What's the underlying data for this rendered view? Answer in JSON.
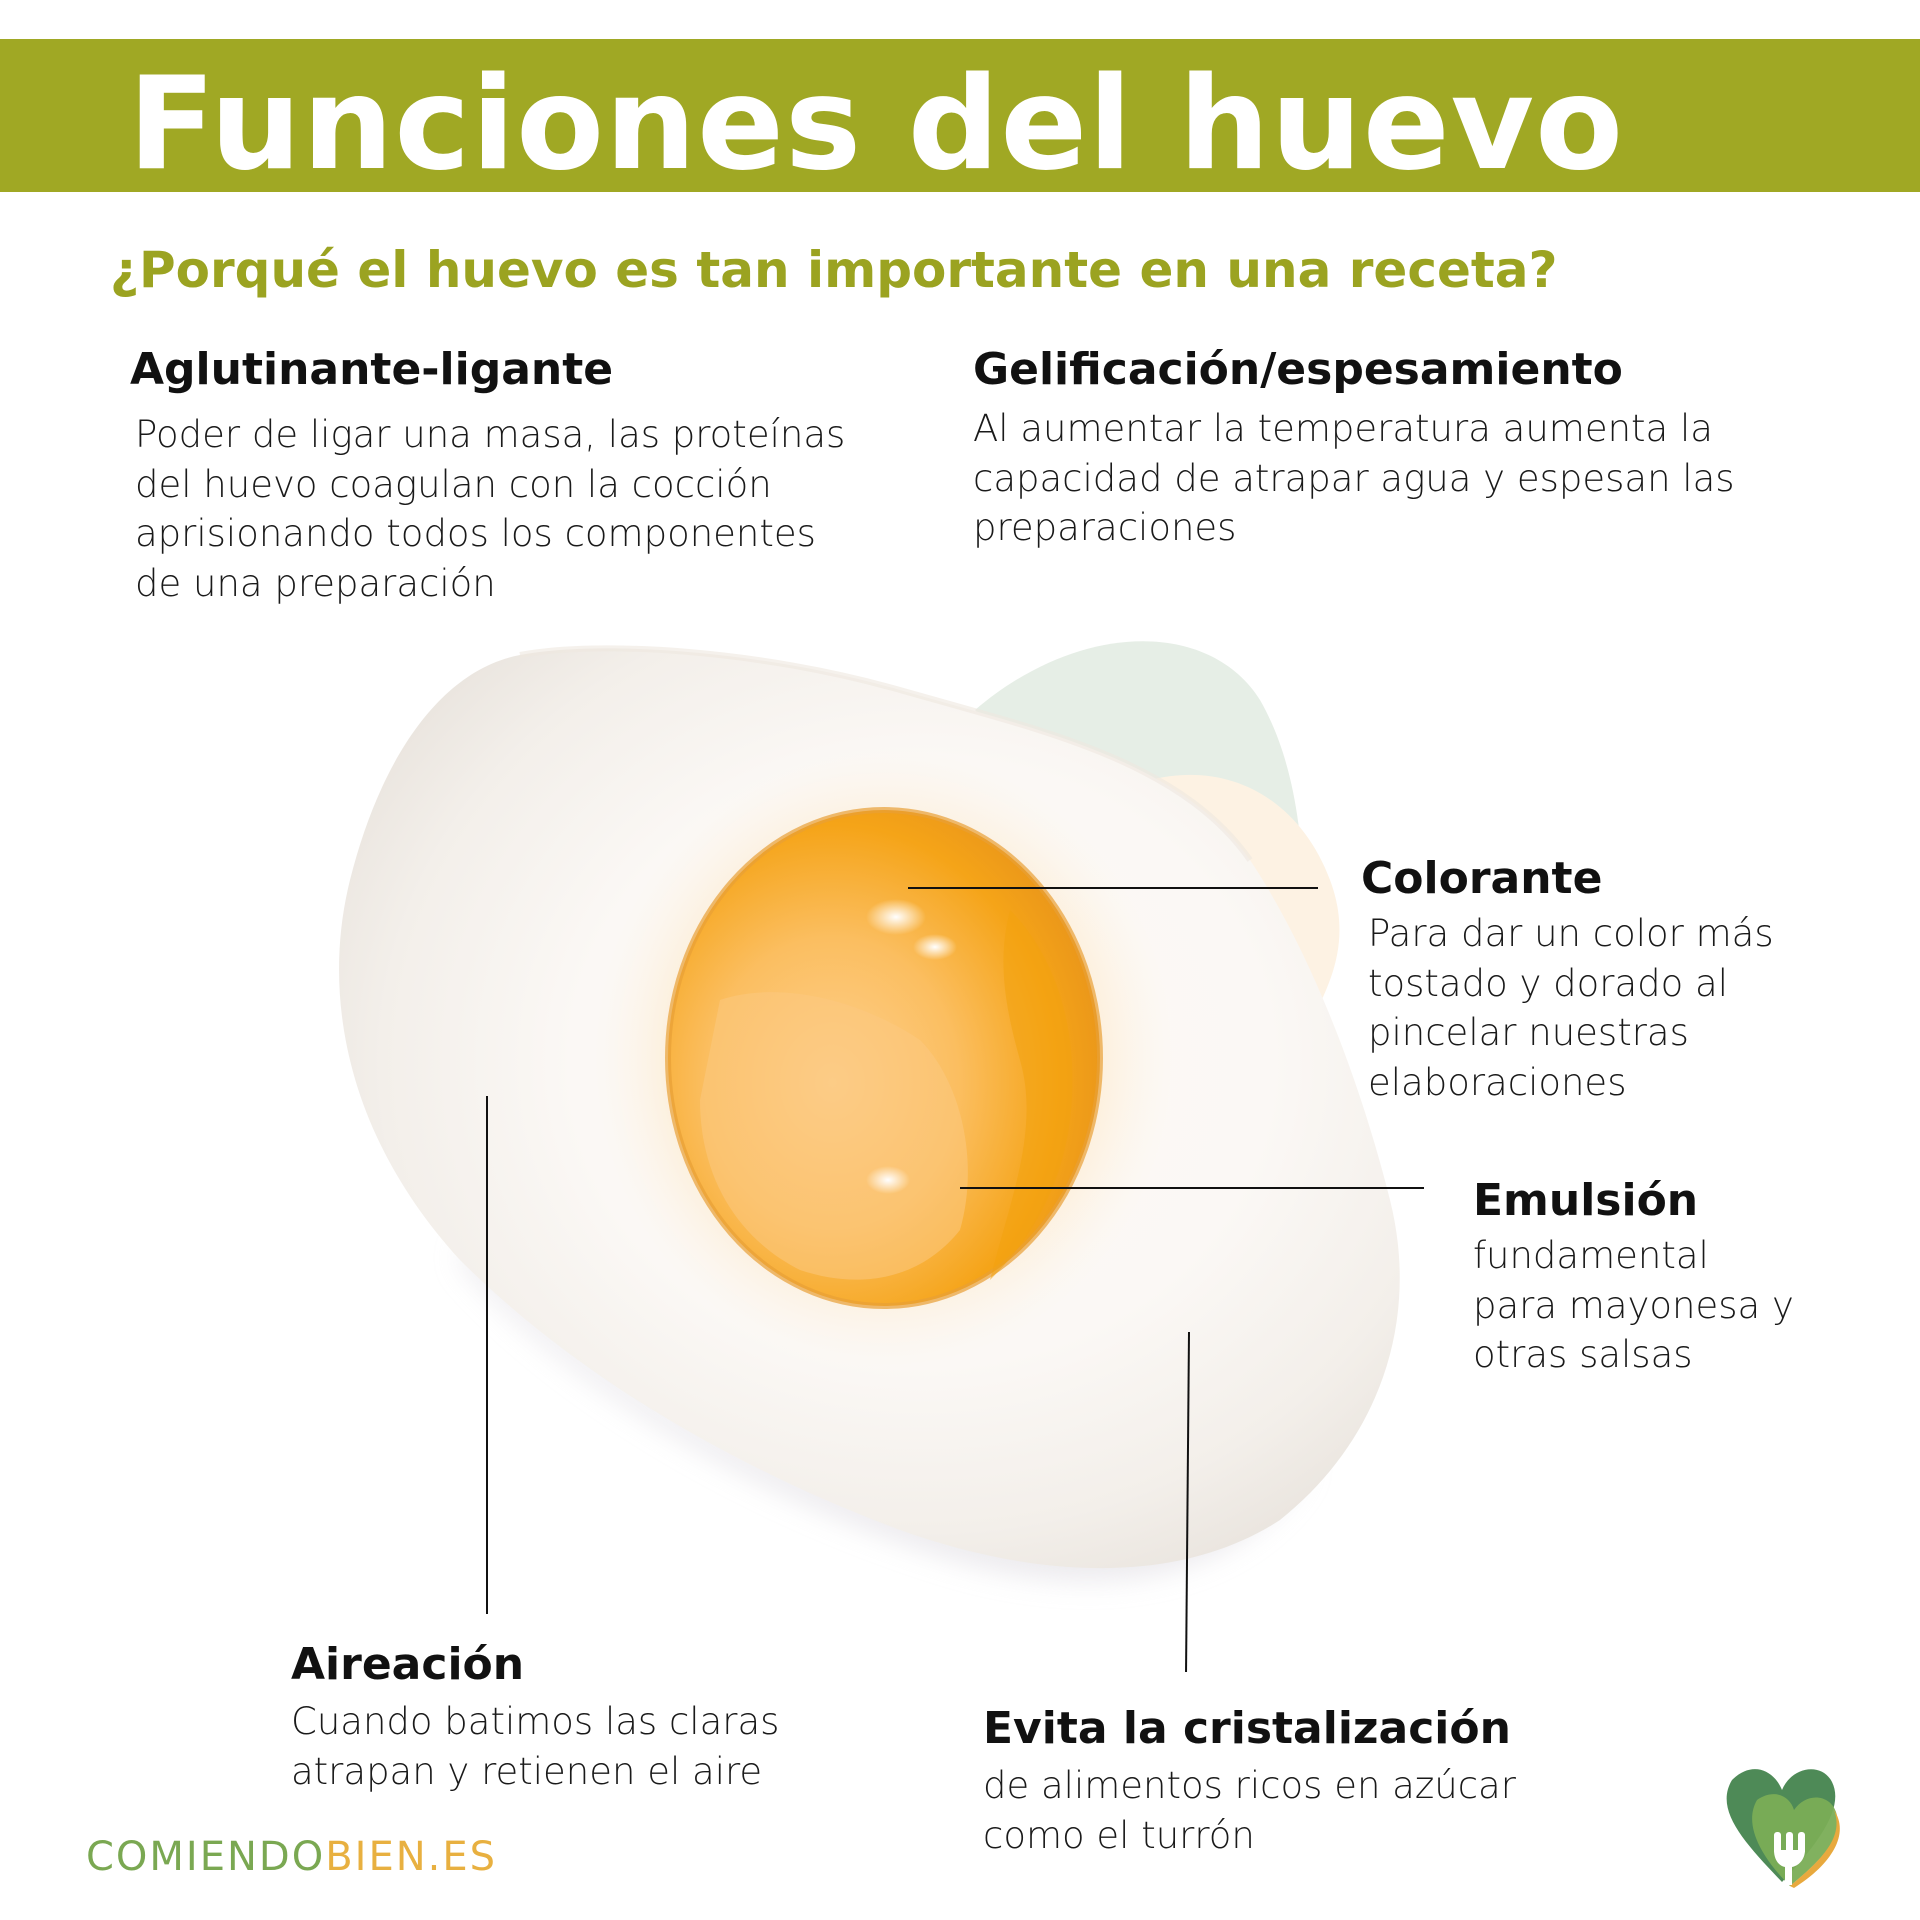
{
  "header": {
    "title": "Funciones del huevo",
    "bar_color": "#a0a824"
  },
  "subtitle": "¿Porqué el huevo es tan importante en una receta?",
  "functions": [
    {
      "id": "aglutinante",
      "heading": "Aglutinante-ligante",
      "lines": [
        "Poder de ligar una masa, las proteínas",
        "del huevo coagulan con la cocción",
        "aprisionando todos los componentes",
        "de una preparación"
      ]
    },
    {
      "id": "gelificacion",
      "heading": "Gelificación/espesamiento",
      "lines": [
        "Al aumentar la temperatura aumenta la",
        "capacidad de atrapar agua y espesan las",
        "preparaciones"
      ]
    },
    {
      "id": "colorante",
      "heading": "Colorante",
      "lines": [
        "Para dar un color más",
        "tostado y dorado al",
        "pincelar nuestras",
        "elaboraciones"
      ]
    },
    {
      "id": "emulsion",
      "heading": "Emulsión",
      "lines": [
        "fundamental",
        "para mayonesa y",
        "otras salsas"
      ]
    },
    {
      "id": "aireacion",
      "heading": "Aireación",
      "lines": [
        "Cuando batimos las claras",
        "atrapan y retienen el aire"
      ]
    },
    {
      "id": "cristalizacion",
      "heading": "Evita la cristalización",
      "lines": [
        "de alimentos ricos en azúcar",
        "como el turrón"
      ]
    }
  ],
  "illustration": {
    "subject": "fried-egg",
    "yolk_color": "#f5a414",
    "white_color": "#f7f4ef",
    "blob_colors": [
      "#e6eee6",
      "#fdf2e3"
    ]
  },
  "footer": {
    "brand_part1": "COMIENDO",
    "brand_part2": "BIEN",
    "brand_part3": ".ES",
    "color_green": "#7aa852",
    "color_orange": "#e8b040",
    "logo_icon": "heart-fork-icon",
    "logo_colors": [
      "#4e8a57",
      "#7aad56",
      "#e8a93e"
    ]
  }
}
